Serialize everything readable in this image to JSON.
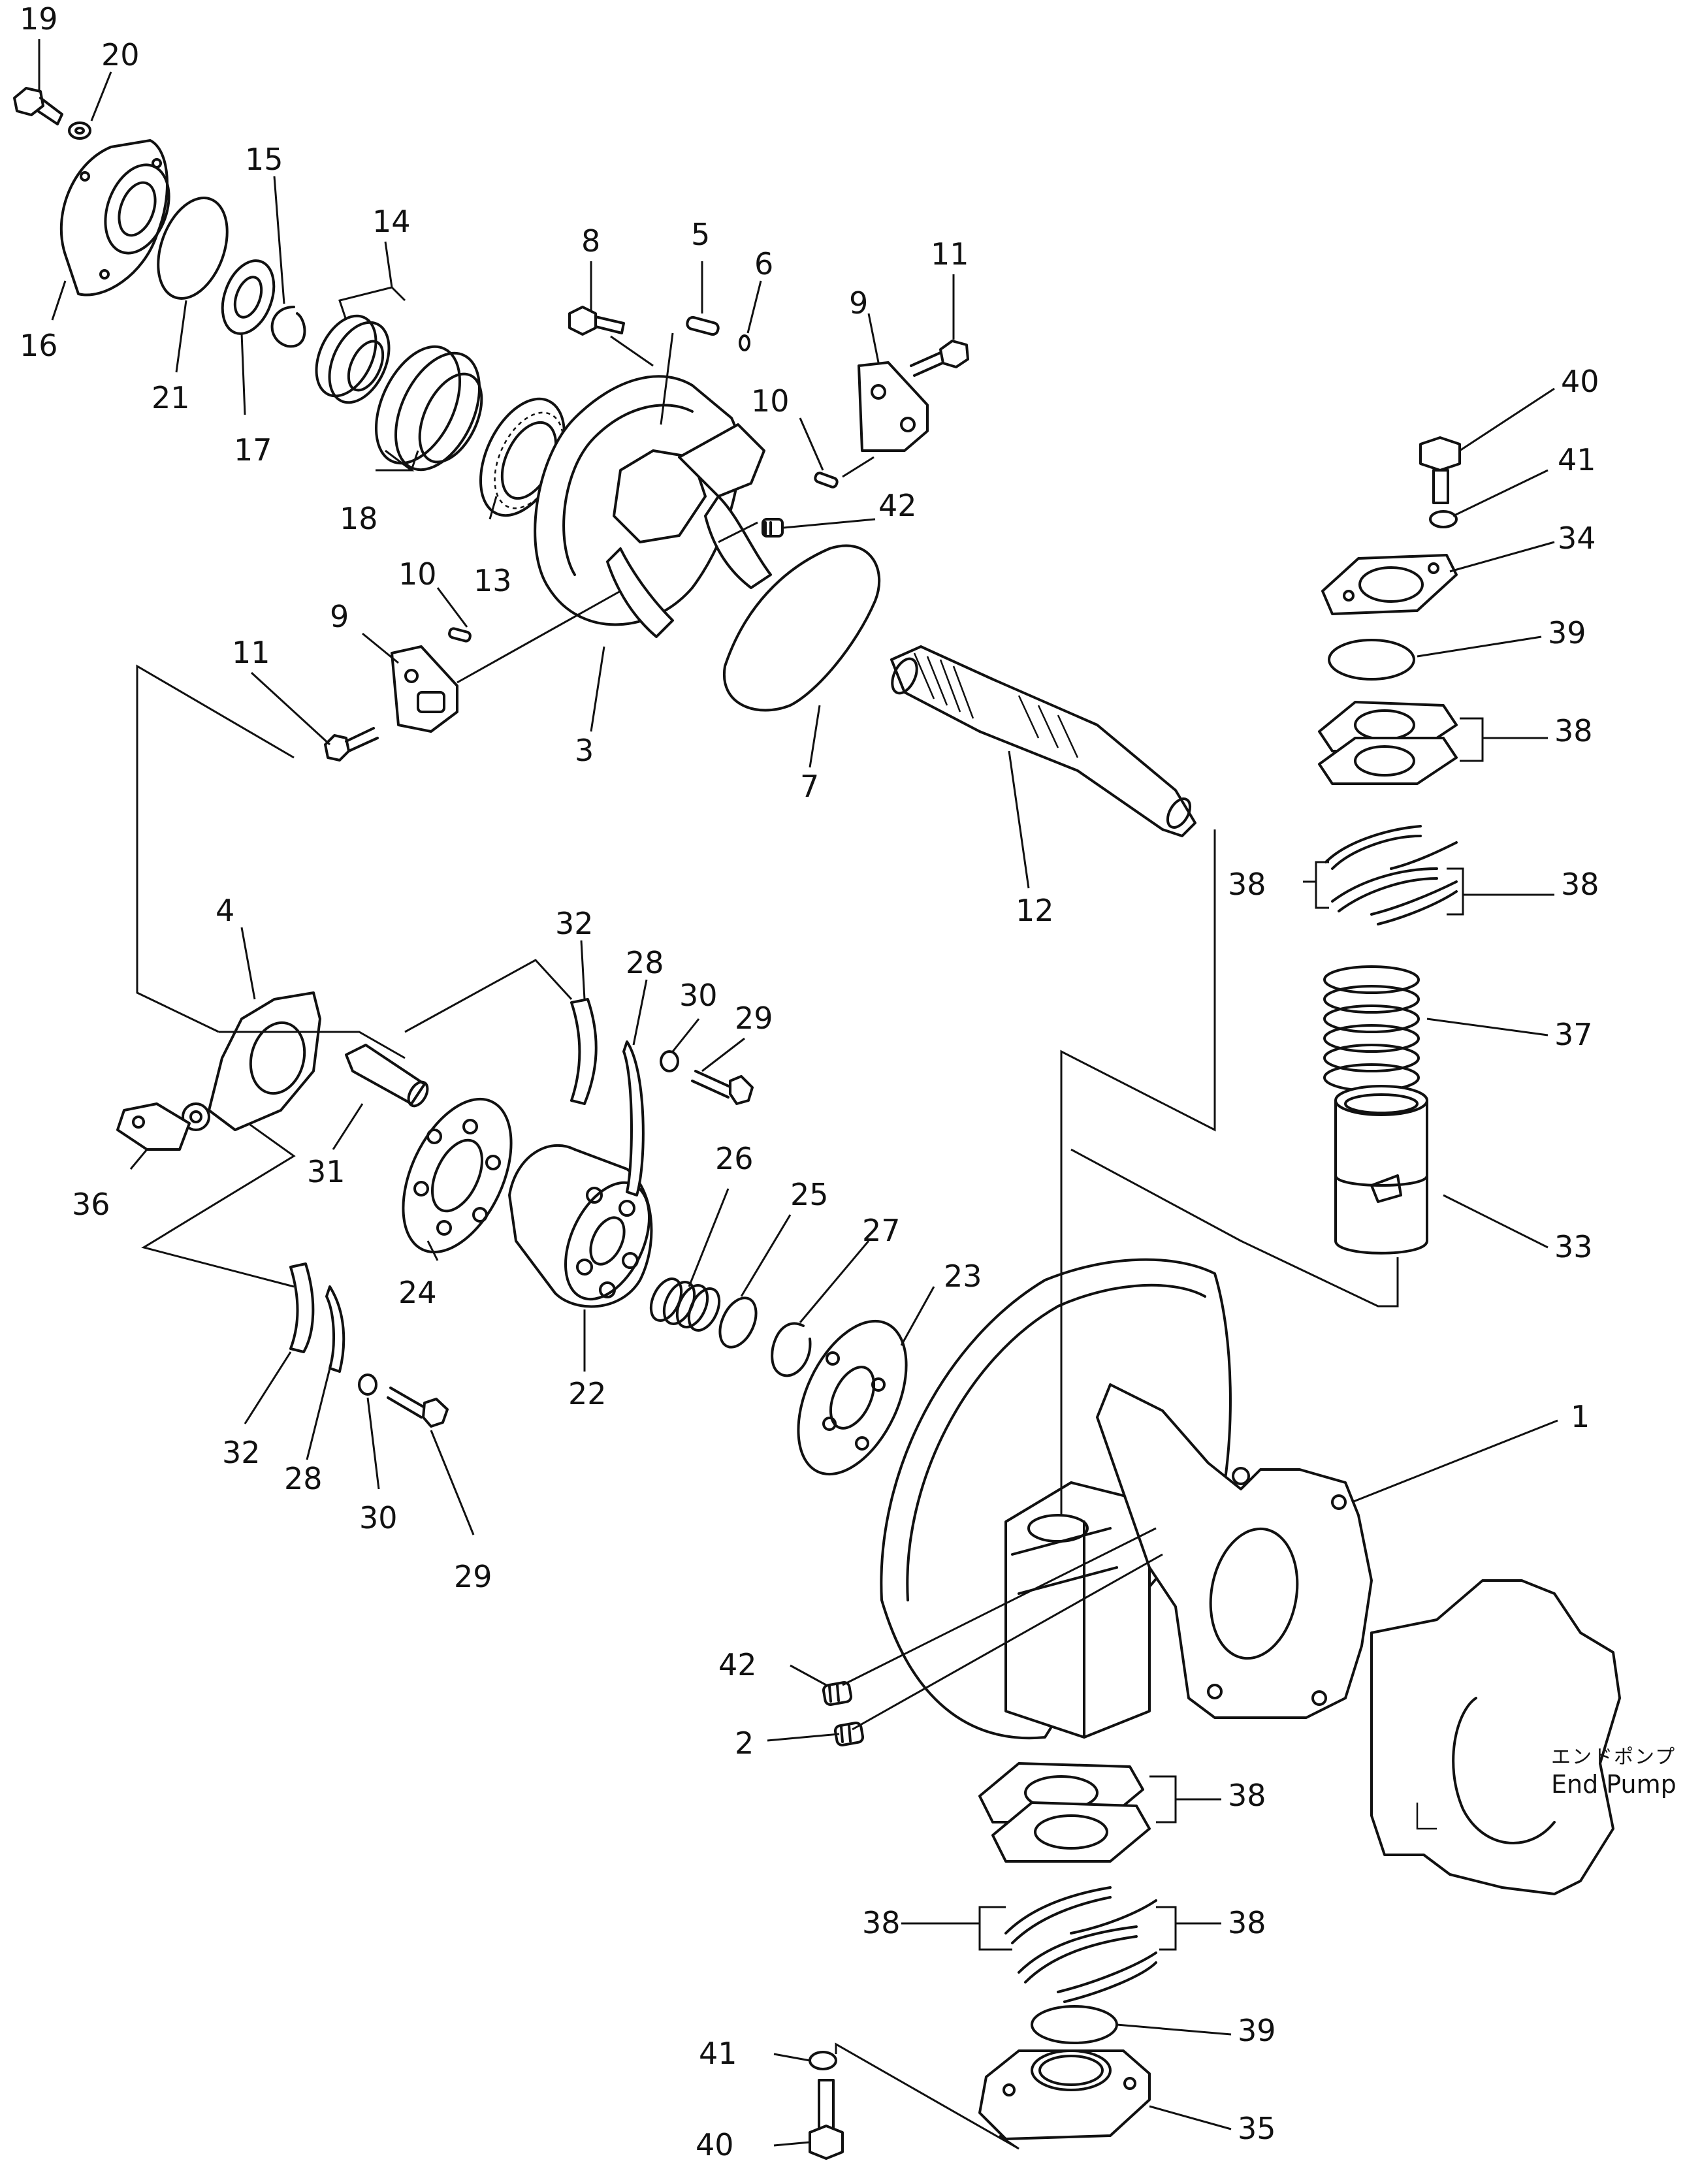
{
  "figure": {
    "callouts": [
      "1",
      "2",
      "3",
      "4",
      "5",
      "6",
      "7",
      "8",
      "9",
      "10",
      "11",
      "12",
      "13",
      "14",
      "15",
      "16",
      "17",
      "18",
      "19",
      "20",
      "21",
      "22",
      "23",
      "24",
      "25",
      "26",
      "27",
      "28",
      "29",
      "30",
      "31",
      "32",
      "33",
      "34",
      "35",
      "36",
      "37",
      "38",
      "39",
      "40",
      "41",
      "42"
    ],
    "end_pump_label_jp": "エンドポンプ",
    "end_pump_label_en": "End Pump"
  }
}
